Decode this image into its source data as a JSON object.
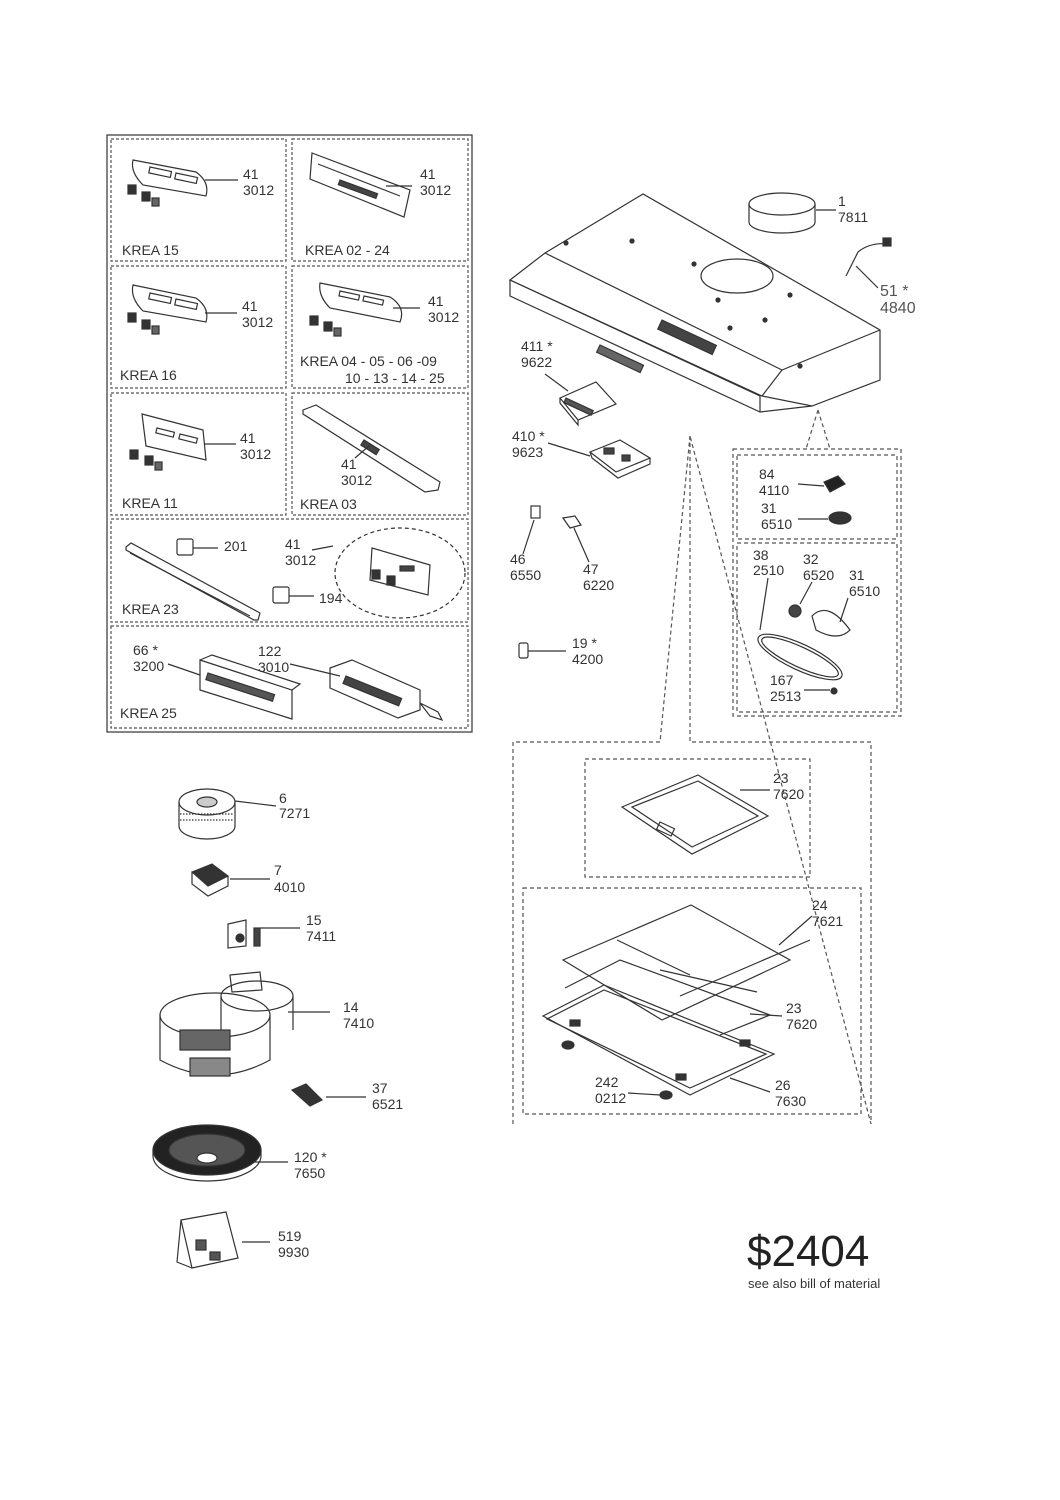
{
  "variant_panels": [
    {
      "caption": "KREA 15",
      "parts": [
        {
          "pos": "41",
          "code": "3012"
        }
      ]
    },
    {
      "caption": "KREA 02 - 24",
      "parts": [
        {
          "pos": "41",
          "code": "3012"
        }
      ]
    },
    {
      "caption": "KREA 16",
      "parts": [
        {
          "pos": "41",
          "code": "3012"
        }
      ]
    },
    {
      "caption_line1": "KREA 04 - 05 - 06 -09",
      "caption_line2": "10 - 13 - 14 - 25",
      "parts": [
        {
          "pos": "41",
          "code": "3012"
        }
      ]
    },
    {
      "caption": "KREA 11",
      "parts": [
        {
          "pos": "41",
          "code": "3012"
        }
      ]
    },
    {
      "caption": "KREA 03",
      "parts": [
        {
          "pos": "41",
          "code": "3012"
        }
      ]
    },
    {
      "caption": "KREA 23",
      "parts": [
        {
          "pos": "201",
          "code": ""
        },
        {
          "pos": "41",
          "code": "3012"
        },
        {
          "pos": "194",
          "code": ""
        }
      ]
    },
    {
      "caption": "KREA 25",
      "parts": [
        {
          "pos": "66 *",
          "code": "3200"
        },
        {
          "pos": "122",
          "code": "3010"
        }
      ]
    }
  ],
  "hood_parts": [
    {
      "pos": "1",
      "code": "7811"
    },
    {
      "pos": "51 *",
      "code": "4840"
    },
    {
      "pos": "411 *",
      "code": "9622"
    },
    {
      "pos": "410 *",
      "code": "9623"
    },
    {
      "pos": "46",
      "code": "6550"
    },
    {
      "pos": "47",
      "code": "6220"
    },
    {
      "pos": "19 *",
      "code": "4200"
    }
  ],
  "lighting_parts": [
    {
      "pos": "84",
      "code": "4110"
    },
    {
      "pos": "31",
      "code": "6510"
    },
    {
      "pos": "38",
      "code": "2510"
    },
    {
      "pos": "32",
      "code": "6520"
    },
    {
      "pos": "31",
      "code": "6510"
    },
    {
      "pos": "167",
      "code": "2513"
    }
  ],
  "filter_parts": [
    {
      "pos": "23",
      "code": "7620"
    },
    {
      "pos": "24",
      "code": "7621"
    },
    {
      "pos": "23",
      "code": "7620"
    },
    {
      "pos": "242",
      "code": "0212"
    },
    {
      "pos": "26",
      "code": "7630"
    }
  ],
  "motor_parts": [
    {
      "pos": "6",
      "code": "7271"
    },
    {
      "pos": "7",
      "code": "4010"
    },
    {
      "pos": "15",
      "code": "7411"
    },
    {
      "pos": "14",
      "code": "7410"
    },
    {
      "pos": "37",
      "code": "6521"
    },
    {
      "pos": "120 *",
      "code": "7650"
    },
    {
      "pos": "519",
      "code": "9930"
    }
  ],
  "footer": {
    "code": "$2404",
    "note": "see also bill of material"
  }
}
